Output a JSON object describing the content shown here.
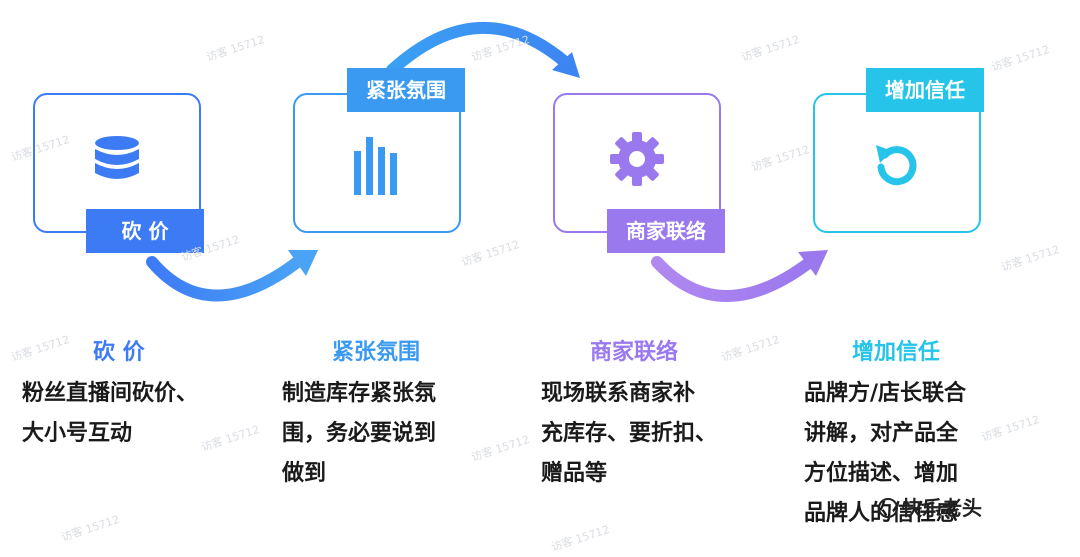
{
  "steps": [
    {
      "tag": "砍 价",
      "title": "砍 价",
      "desc": [
        "粉丝直播间砍价、",
        "大小号互动"
      ],
      "icon": "database-icon",
      "color": "#3d7bf5"
    },
    {
      "tag": "紧张氛围",
      "title": "紧张氛围",
      "desc": [
        "制造库存紧张氛",
        "围，务必要说到",
        "做到"
      ],
      "icon": "bar-chart-icon",
      "color": "#3a9af2"
    },
    {
      "tag": "商家联络",
      "title": "商家联络",
      "desc": [
        "现场联系商家补",
        "充库存、要折扣、",
        "赠品等"
      ],
      "icon": "gear-icon",
      "color": "#9a78ee"
    },
    {
      "tag": "增加信任",
      "title": "增加信任",
      "desc": [
        "品牌方/店长联合",
        "讲解，对产品全",
        "方位描述、增加",
        "品牌人的信任感"
      ],
      "icon": "refresh-icon",
      "color": "#27c4ea"
    }
  ],
  "footer": {
    "text": "快乐老头"
  },
  "watermark": "访客 15712"
}
